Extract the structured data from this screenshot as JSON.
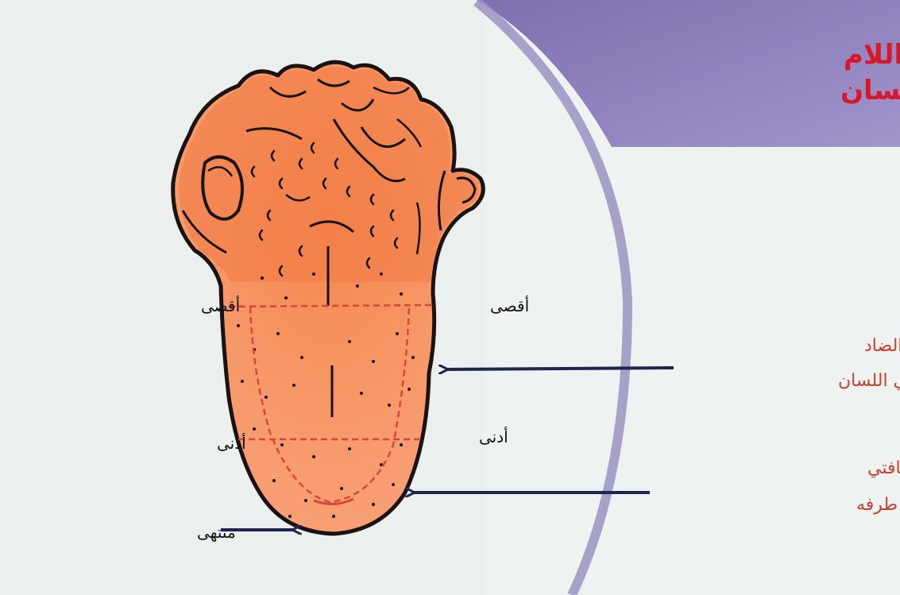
{
  "title": {
    "line1": "حيزا الضاد واللام",
    "line2": "من حافة اللسان"
  },
  "labels": {
    "aqsa_left": "أقصى",
    "aqsa_right": "أقصى",
    "adna_left": "أدنى",
    "adna_right": "أدنى",
    "muntaha": "منتهى"
  },
  "annotations": {
    "dad_line1": "الحيز الذي تشغله الضاد",
    "dad_line2": "من حافتي اللسان",
    "lam_line1": "حيز اللام: من أدنى حافتي",
    "lam_line2": "اللسان إلى منتهى طرفه"
  },
  "colors": {
    "title_red": "#d8182a",
    "annotation_red": "#c8412f",
    "tongue_fill": "#f79a6b",
    "tongue_top": "#f07a43",
    "outline": "#1b1313",
    "arrow": "#1e2550",
    "panel_purple": "#8a7bb8",
    "arc": "#9a90c2",
    "dashed_red": "#d6473b"
  }
}
